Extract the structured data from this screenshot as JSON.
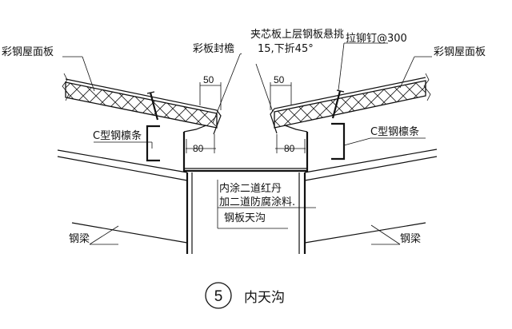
{
  "labels": {
    "roof_panel_left": "彩钢屋面板",
    "roof_panel_right": "彩钢屋面板",
    "eave_flashing": "彩板封檐",
    "sandwich_note_1": "夹芯板上层钢板悬挑",
    "sandwich_note_2": "15,下折45°",
    "rivet": "拉铆钉@300",
    "purlin_left": "C型钢檩条",
    "purlin_right": "C型钢檩条",
    "gutter_note_1": "内涂二道红丹",
    "gutter_note_2": "加二道防腐涂料.",
    "gutter": "钢板天沟",
    "beam_left": "钢梁",
    "beam_right": "钢梁"
  },
  "dimensions": {
    "overhang_left": "50",
    "overhang_right": "50",
    "gutter_left": "80",
    "gutter_right": "80"
  },
  "title": {
    "detail_number": "5",
    "name": "内天沟"
  }
}
